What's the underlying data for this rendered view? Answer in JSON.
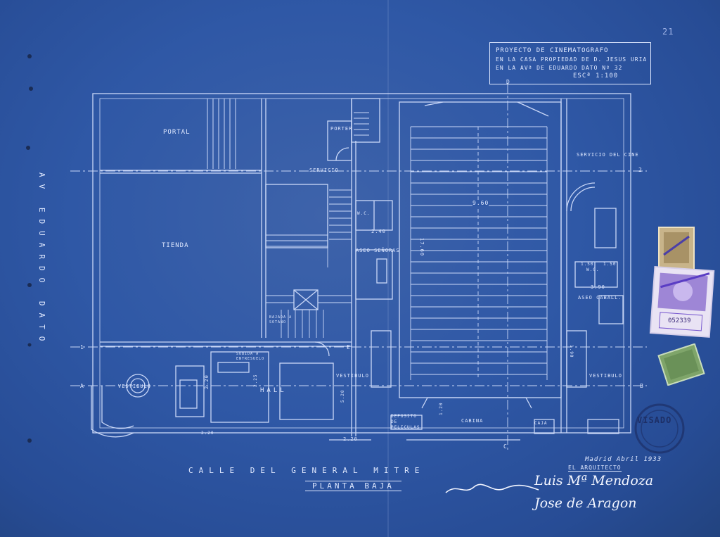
{
  "title_block": {
    "line1": "PROYECTO DE CINEMATOGRAFO",
    "line2": "EN LA CASA PROPIEDAD DE D. JESUS URIA",
    "line3": "EN LA AVª DE EDUARDO DATO Nº 32",
    "scale": "ESCª 1:100"
  },
  "sheet_number": "21",
  "side_street": "AV   EDUARDO   DATO",
  "bottom_street": "CALLE   DEL   GENERAL   MITRE",
  "plan_title": "PLANTA BAJA",
  "date_line": "Madrid Abril 1933",
  "architect_label": "EL ARQUITECTO",
  "signatures": {
    "sig1": "Luis Mª Mendoza",
    "sig2": "Jose de Aragon"
  },
  "rooms": {
    "portal": "PORTAL",
    "tienda": "TIENDA",
    "portero": "PORTER",
    "servicio": "SERVICIO",
    "servicio_cine": "SERVICIO DEL CINE",
    "aseo_senoras": "ASEO SEÑORAS",
    "aseo_caballeros": "ASEO CABALL.",
    "vestibulo_left": "VESTIBULO",
    "vestibulo_mid": "VESTIBULO",
    "vestibulo_right": "VESTIBULO",
    "hall": "HALL",
    "cabina": "CABINA",
    "deposito": "DEPOSITO DE PELICULAS",
    "bajada": "BAJADA A SOTANO",
    "subida": "SUBIDA A ENTRESUELO",
    "caja": "CAJA",
    "wc1": "W.C.",
    "wc2": "W.C."
  },
  "dimensions": {
    "width_hall": "9.60",
    "length_hall": "17.60",
    "d240": "2.40",
    "d390": "3.90",
    "d220": "2.20",
    "d225": "2.25",
    "d220b": "2.20",
    "d520": "5.20",
    "d120": "1.20",
    "d220c": "2.20",
    "d150a": "1.50",
    "d150b": "1.50",
    "d190": "1.90"
  },
  "axis_labels": {
    "a": "A",
    "b": "B",
    "c": "C",
    "d": "D",
    "e": "E",
    "n1": "1",
    "n2": "2"
  },
  "stamps": {
    "visado": "VISADO",
    "stamp_number": "052339"
  },
  "colors": {
    "paper": "#2f58a6",
    "ink": "#dfe8ff",
    "stamp_purple": "#7a5bd0",
    "stamp_green": "#7fa56a",
    "stamp_tan": "#c8b48a"
  }
}
